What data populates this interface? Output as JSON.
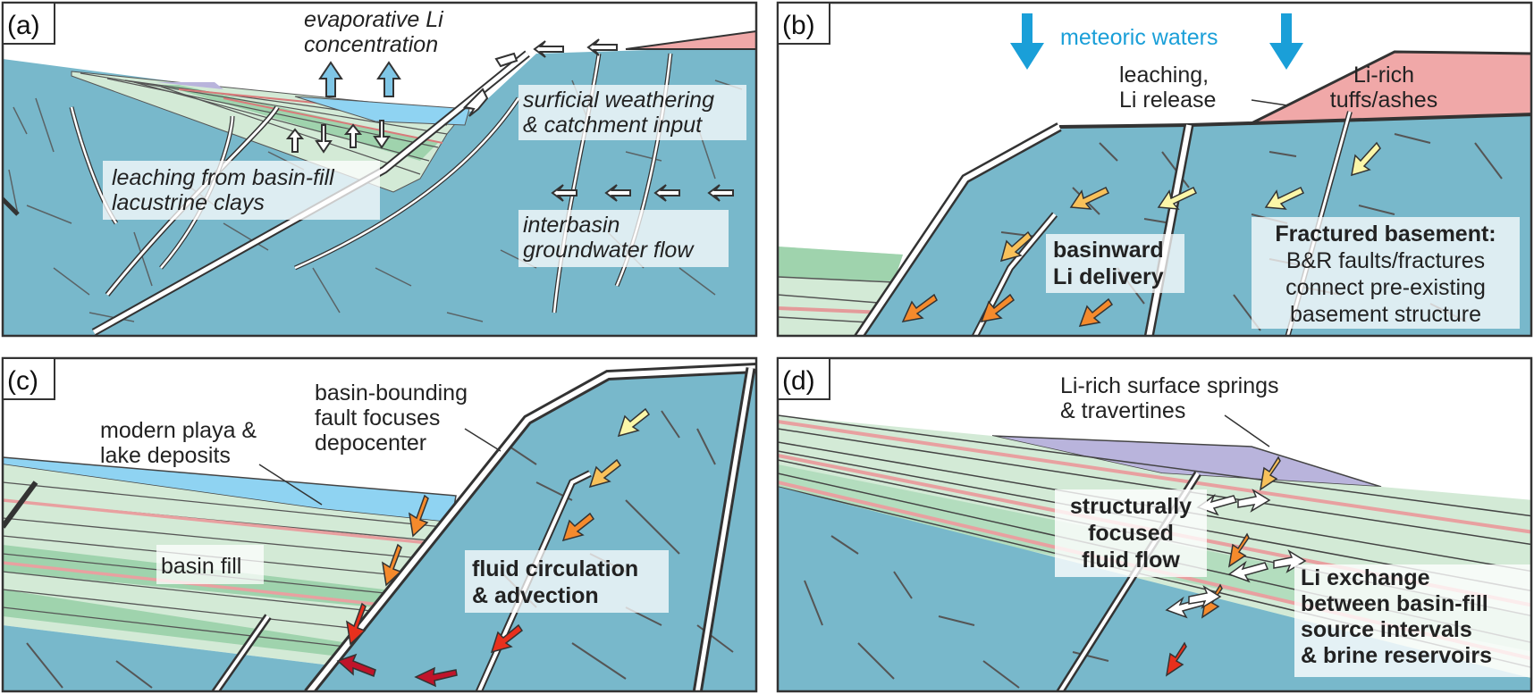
{
  "panel_a": {
    "tag": "(a)",
    "evap_line1": "evaporative Li",
    "evap_line2": "concentration",
    "surf_line1": "surficial weathering",
    "surf_line2": "& catchment input",
    "leach_line1": "leaching from basin-fill",
    "leach_line2": "lacustrine clays",
    "inter_line1": "interbasin",
    "inter_line2": "groundwater flow"
  },
  "panel_b": {
    "tag": "(b)",
    "meteoric": "meteoric waters",
    "leach_line1": "leaching,",
    "leach_line2": "Li release",
    "tuff_line1": "Li-rich",
    "tuff_line2": "tuffs/ashes",
    "bw_line1": "basinward",
    "bw_line2": "Li delivery",
    "frac_line1": "Fractured basement:",
    "frac_line2": "B&R faults/fractures",
    "frac_line3": "connect pre-existing",
    "frac_line4": "basement structure"
  },
  "panel_c": {
    "tag": "(c)",
    "playa_line1": "modern playa &",
    "playa_line2": "lake deposits",
    "fault_line1": "basin-bounding",
    "fault_line2": "fault focuses",
    "fault_line3": "depocenter",
    "fill": "basin fill",
    "circ_line1": "fluid circulation",
    "circ_line2": "& advection"
  },
  "panel_d": {
    "tag": "(d)",
    "springs_line1": "Li-rich surface springs",
    "springs_line2": "& travertines",
    "flow_line1": "structurally",
    "flow_line2": "focused",
    "flow_line3": "fluid flow",
    "ex_line1": "Li exchange",
    "ex_line2": "between basin-fill",
    "ex_line3": "source intervals",
    "ex_line4": "& brine reservoirs"
  },
  "colors": {
    "basement": "#78b8cb",
    "fill_light": "#d3ead6",
    "fill_dark": "#9fd3ad",
    "pink": "#f0a8a8",
    "lake": "#8fd3f2",
    "travertine": "#b9b4dc",
    "arrow_yellow": "#fbf6a8",
    "arrow_light_orange": "#f8c15a",
    "arrow_orange": "#f58a2c",
    "arrow_red": "#e8301d",
    "arrow_dark_red": "#c0142a",
    "meteoric_blue": "#1a9fd8"
  }
}
